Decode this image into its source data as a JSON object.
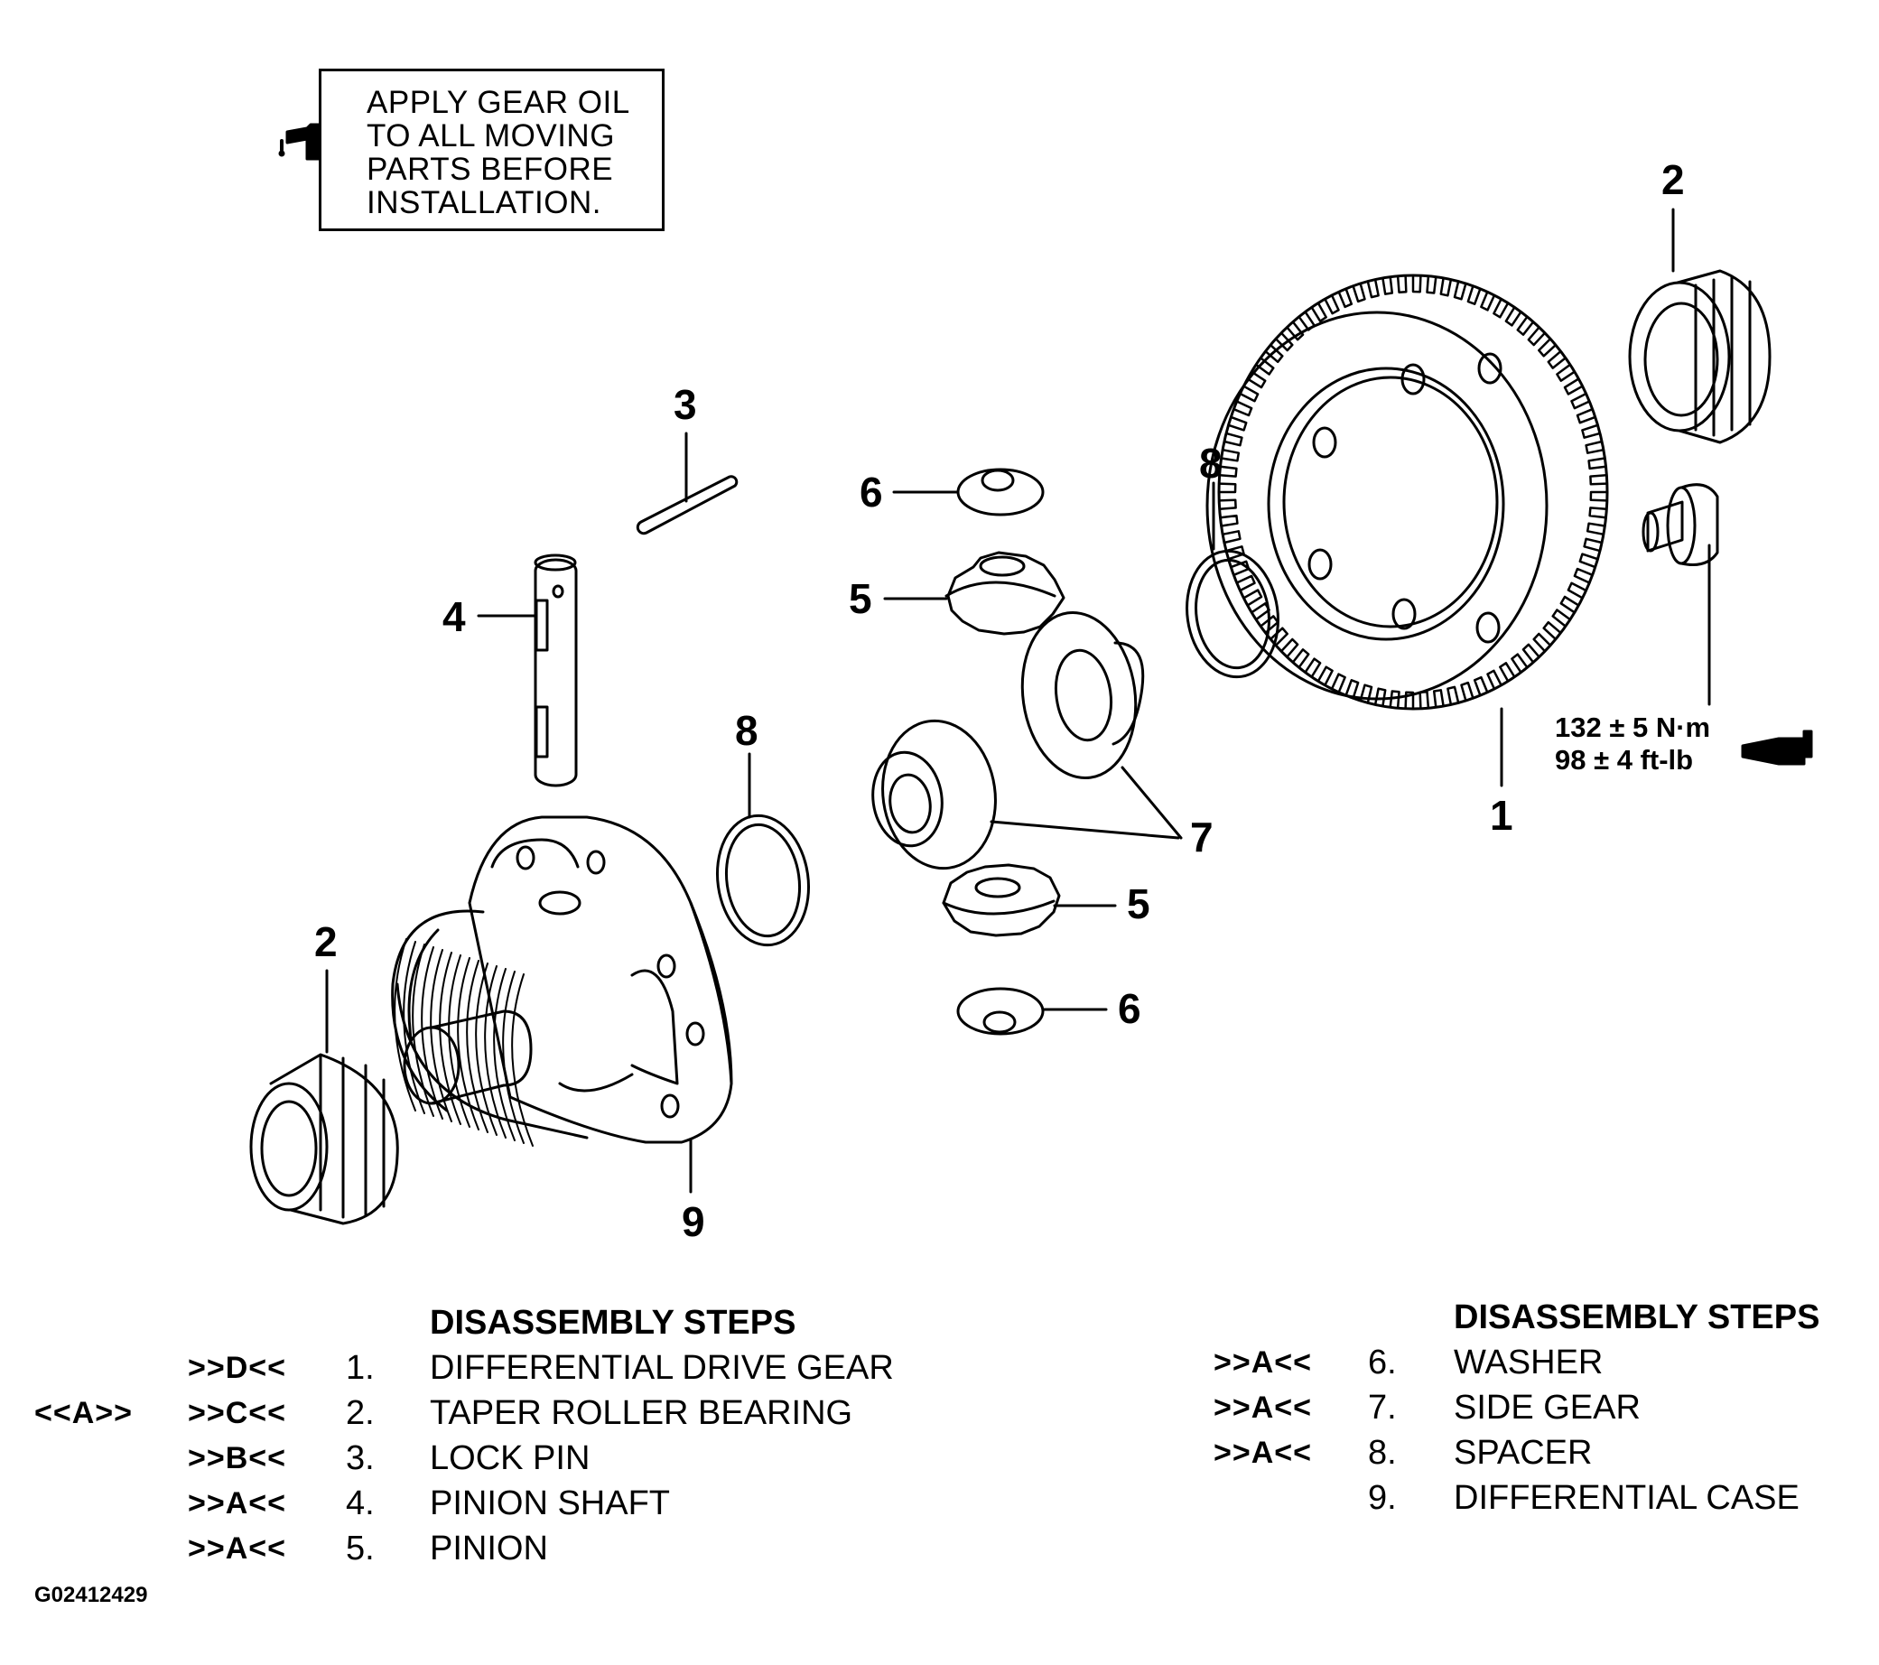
{
  "note": {
    "text": "APPLY GEAR OIL\nTO ALL MOVING\nPARTS BEFORE\nINSTALLATION.",
    "icon": "oil-can-icon"
  },
  "callouts": {
    "c1": "1",
    "c2_top": "2",
    "c2_bottom": "2",
    "c3": "3",
    "c4": "4",
    "c5_top": "5",
    "c5_bottom": "5",
    "c6_top": "6",
    "c6_bottom": "6",
    "c7": "7",
    "c8_left": "8",
    "c8_right": "8",
    "c9": "9"
  },
  "torque": {
    "metric": "132 ± 5 N·m",
    "imperial": "98 ± 4 ft-lb",
    "icon": "sealant-tube-icon"
  },
  "steps_left": {
    "heading": "DISASSEMBLY STEPS",
    "rows": [
      {
        "pre": "",
        "code": ">>D<<",
        "num": "1.",
        "name": "DIFFERENTIAL DRIVE GEAR"
      },
      {
        "pre": "<<A>>",
        "code": ">>C<<",
        "num": "2.",
        "name": "TAPER ROLLER BEARING"
      },
      {
        "pre": "",
        "code": ">>B<<",
        "num": "3.",
        "name": "LOCK PIN"
      },
      {
        "pre": "",
        "code": ">>A<<",
        "num": "4.",
        "name": "PINION SHAFT"
      },
      {
        "pre": "",
        "code": ">>A<<",
        "num": "5.",
        "name": "PINION"
      }
    ]
  },
  "steps_right": {
    "heading": "DISASSEMBLY STEPS",
    "rows": [
      {
        "code": ">>A<<",
        "num": "6.",
        "name": "WASHER"
      },
      {
        "code": ">>A<<",
        "num": "7.",
        "name": "SIDE GEAR"
      },
      {
        "code": ">>A<<",
        "num": "8.",
        "name": "SPACER"
      },
      {
        "code": "",
        "num": "9.",
        "name": "DIFFERENTIAL CASE"
      }
    ]
  },
  "figure_id": "G02412429"
}
